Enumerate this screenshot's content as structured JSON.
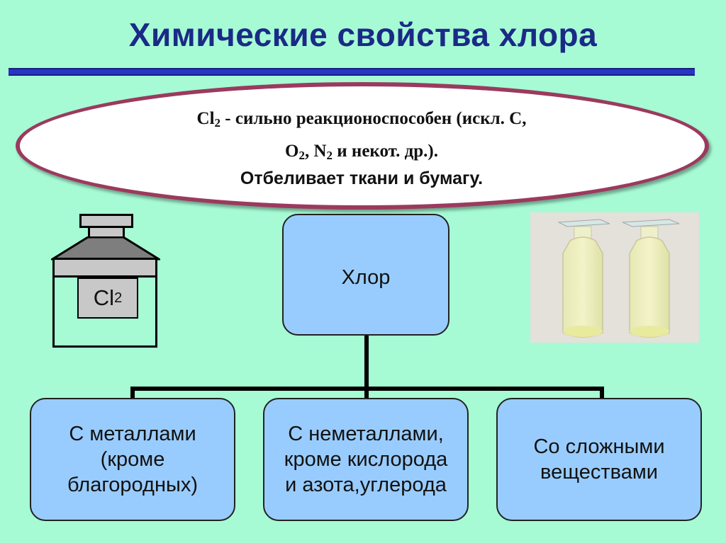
{
  "title": "Химические свойства хлора",
  "oval": {
    "line1_formula": "Cl",
    "line1_formula_sub": "2",
    "line1_text": "  - сильно реакционоспособен  (искл. С,",
    "line2_o": "O",
    "line2_o_sub": "2",
    "line2_sep": ", N",
    "line2_n_sub": "2",
    "line2_text": " и некот. др.).",
    "line3": "Отбеливает ткани и бумагу."
  },
  "bottle_label": {
    "symbol": "Cl",
    "sub": "2"
  },
  "diagram": {
    "root": "Хлор",
    "children": [
      "С металлами\n(кроме\nблагородных)",
      "С неметаллами,\nкроме кислорода\nи азота,углерода",
      "Со сложными\nвеществами"
    ]
  },
  "colors": {
    "background": "#a6fbd4",
    "title": "#1b2a86",
    "rule": "#2634c7",
    "oval_border": "#9b3a5e",
    "box_fill": "#99ccfe"
  }
}
